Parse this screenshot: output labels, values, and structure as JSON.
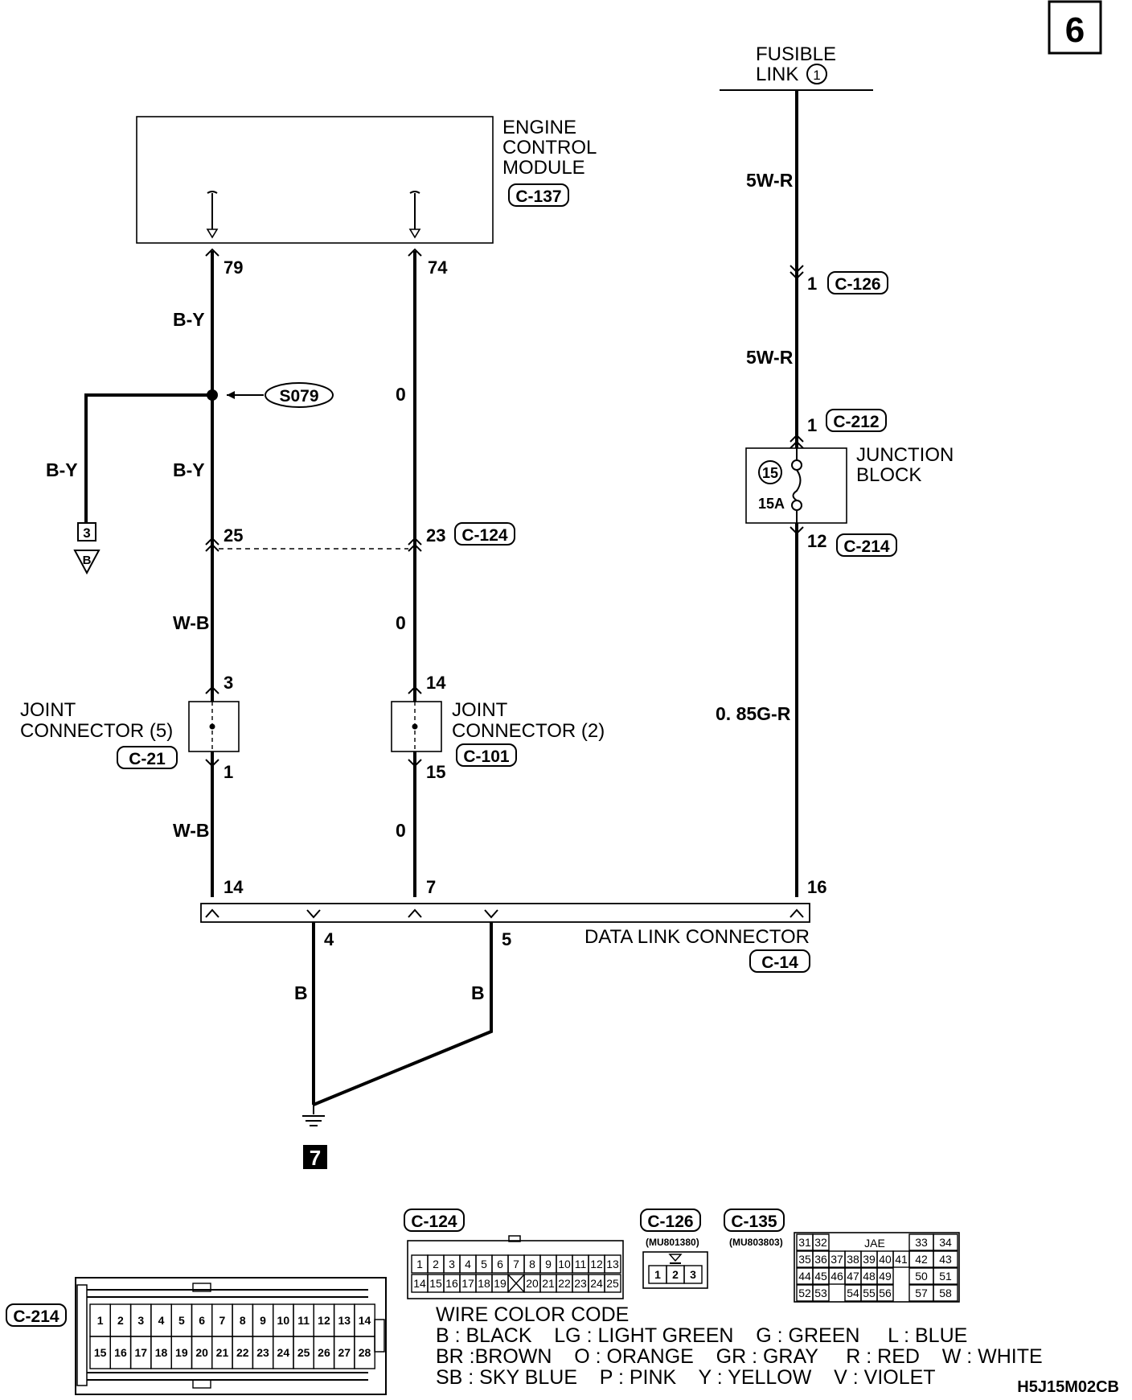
{
  "page_number": "6",
  "fusible_link": {
    "line1": "FUSIBLE",
    "line2": "LINK",
    "number": "1"
  },
  "ecm": {
    "line1": "ENGINE",
    "line2": "CONTROL",
    "line3": "MODULE",
    "connector": "C-137",
    "pin_left": "79",
    "pin_right": "74"
  },
  "wire_left": {
    "top_color": "B-Y",
    "mid_color": "B-Y",
    "branch_color": "B-Y",
    "lower_color": "W-B",
    "bottom_color": "W-B"
  },
  "splice": "S079",
  "ground_ref": {
    "top": "3",
    "bottom": "B"
  },
  "c124": {
    "connector": "C-124",
    "pin_left": "25",
    "pin_right": "23"
  },
  "wire_mid": {
    "color1": "0",
    "color2": "0",
    "color3": "0"
  },
  "joint5": {
    "line1": "JOINT",
    "line2": "CONNECTOR (5)",
    "connector": "C-21",
    "pin_top": "3",
    "pin_bottom": "1"
  },
  "joint2": {
    "line1": "JOINT",
    "line2": "CONNECTOR (2)",
    "connector": "C-101",
    "pin_top": "14",
    "pin_bottom": "15"
  },
  "wire_right": {
    "color1": "5W-R",
    "color2": "5W-R",
    "color3": "0. 85G-R"
  },
  "c126": {
    "connector": "C-126",
    "pin": "1"
  },
  "c212": {
    "connector": "C-212",
    "pin": "1"
  },
  "junction_block": {
    "line1": "JUNCTION",
    "line2": "BLOCK",
    "fuse_number": "15",
    "fuse_rating": "15A"
  },
  "c214_pin": {
    "connector": "C-214",
    "pin": "12"
  },
  "dlc": {
    "label": "DATA LINK CONNECTOR",
    "connector": "C-14",
    "pins": [
      "14",
      "7",
      "16",
      "4",
      "5"
    ]
  },
  "ground_wires": {
    "left": "B",
    "right": "B"
  },
  "ground_id": "7",
  "c124_face": {
    "label": "C-124",
    "row1": [
      "1",
      "2",
      "3",
      "4",
      "5",
      "6",
      "7",
      "8",
      "9",
      "10",
      "11",
      "12",
      "13"
    ],
    "row2": [
      "14",
      "15",
      "16",
      "17",
      "18",
      "19",
      "",
      "20",
      "21",
      "22",
      "23",
      "24",
      "25"
    ]
  },
  "c126_face": {
    "label": "C-126",
    "part": "(MU801380)",
    "pins": [
      "1",
      "2",
      "3"
    ]
  },
  "c135_face": {
    "label": "C-135",
    "part": "(MU803803)",
    "row1": [
      "31",
      "32",
      "JAE",
      "33",
      "34"
    ],
    "row2": [
      "35",
      "36",
      "37",
      "38",
      "39",
      "40",
      "41",
      "42",
      "43"
    ],
    "row3": [
      "44",
      "45",
      "46",
      "47",
      "48",
      "49",
      "50",
      "51"
    ],
    "row4": [
      "52",
      "53",
      "54",
      "55",
      "56",
      "57",
      "58"
    ]
  },
  "c214_face": {
    "label": "C-214",
    "row1": [
      "1",
      "2",
      "3",
      "4",
      "5",
      "6",
      "7",
      "8",
      "9",
      "10",
      "11",
      "12",
      "13",
      "14"
    ],
    "row2": [
      "15",
      "16",
      "17",
      "18",
      "19",
      "20",
      "21",
      "22",
      "23",
      "24",
      "25",
      "26",
      "27",
      "28"
    ]
  },
  "wire_color_code": {
    "title": "WIRE COLOR CODE",
    "line1": "B : BLACK    LG : LIGHT GREEN    G : GREEN     L : BLUE",
    "line2": "BR :BROWN    O : ORANGE    GR : GRAY     R : RED    W : WHITE",
    "line3": "SB : SKY BLUE    P : PINK    Y : YELLOW    V : VIOLET"
  },
  "figure_code": "H5J15M02CB"
}
